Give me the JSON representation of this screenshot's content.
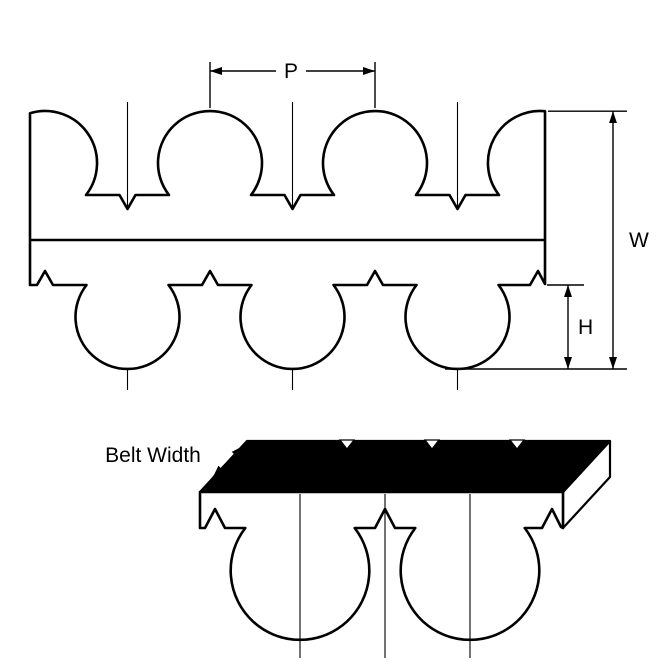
{
  "diagram": {
    "labels": {
      "pitch": "P",
      "overall_depth": "W",
      "tooth_height": "H",
      "belt_width": "Belt Width"
    },
    "colors": {
      "line": "#000000",
      "surface": "#000000",
      "background": "#ffffff",
      "belt_fill": "#ffffff"
    }
  }
}
